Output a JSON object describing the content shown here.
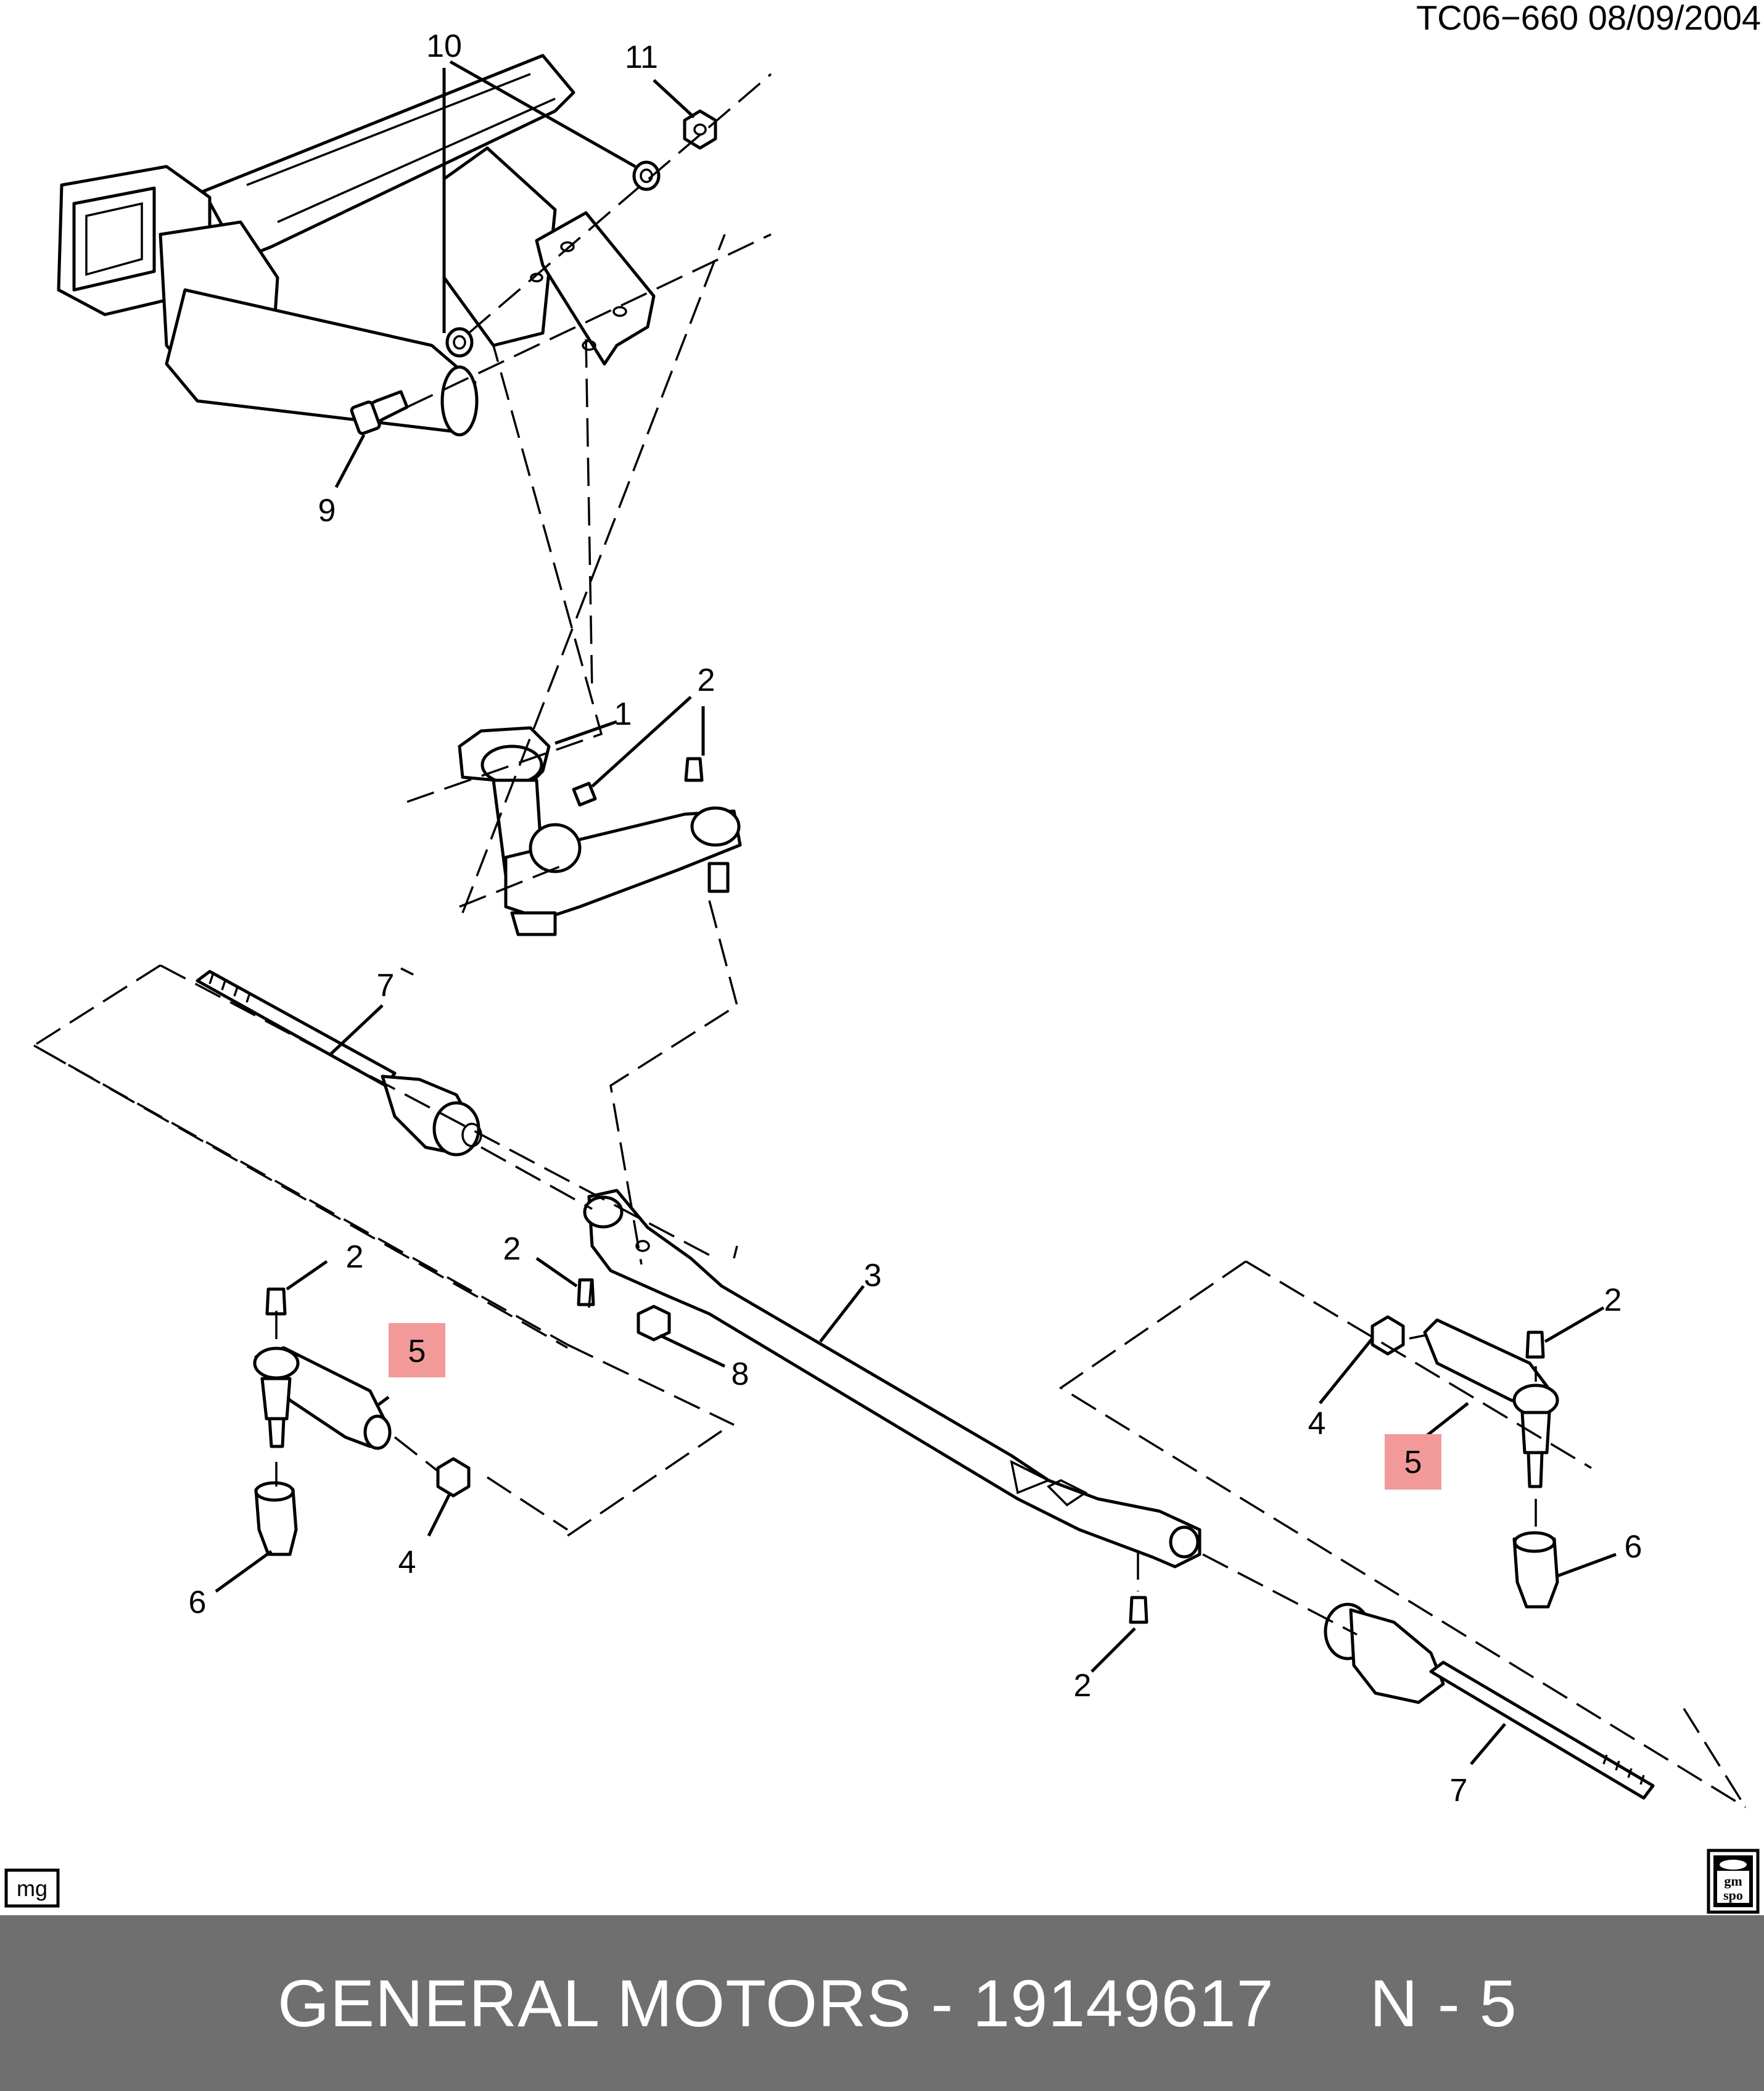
{
  "header": {
    "drawing_id": "TC06−660  08/09/2004"
  },
  "logos": {
    "left": "mg",
    "right_top": "gm",
    "right_bottom": "spo"
  },
  "callouts": {
    "c1": "1",
    "c2a": "2",
    "c2b": "2",
    "c2c": "2",
    "c2d": "2",
    "c2e": "2",
    "c3": "3",
    "c4a": "4",
    "c4b": "4",
    "c5a": "5",
    "c5b": "5",
    "c6a": "6",
    "c6b": "6",
    "c7a": "7",
    "c7b": "7",
    "c8": "8",
    "c9": "9",
    "c10": "10",
    "c11": "11"
  },
  "highlight_color": "#f29a9a",
  "footer": {
    "text": "GENERAL MOTORS - 19149617     N - 5",
    "background": "#6f6f6f"
  }
}
